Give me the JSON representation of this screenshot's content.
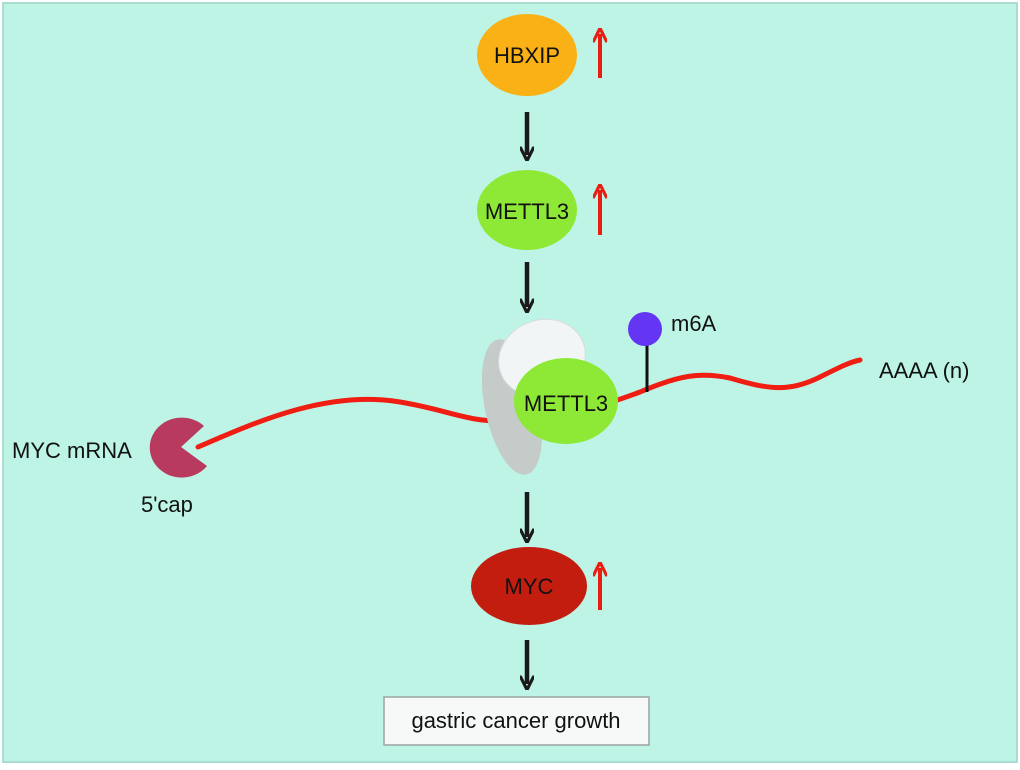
{
  "diagram": {
    "labels": {
      "hbxip": "HBXIP",
      "mettl3_top": "METTL3",
      "mettl3_complex": "METTL3",
      "m6a": "m6A",
      "polya": "AAAA (n)",
      "myc_mrna": "MYC mRNA",
      "five_cap": "5'cap",
      "myc": "MYC",
      "outcome": "gastric cancer growth"
    },
    "colors": {
      "background": "#bdf4e6",
      "hbxip": "#f9b115",
      "mettl3": "#8ee836",
      "myc": "#c31d10",
      "mrna": "#ef1d12",
      "cap": "#b83a5e",
      "m6a": "#6435f2",
      "up_arrow": "#ea1d12",
      "flow_arrow": "#1a1a1a",
      "ribosome_large": "#c4cbc8",
      "ribosome_small": "#f1f5f5"
    },
    "icons": {
      "upregulation": "red-up-arrow-icon",
      "flow": "black-down-arrow-icon",
      "cap": "pacman-cap-icon",
      "m6a": "lollipop-icon"
    }
  }
}
